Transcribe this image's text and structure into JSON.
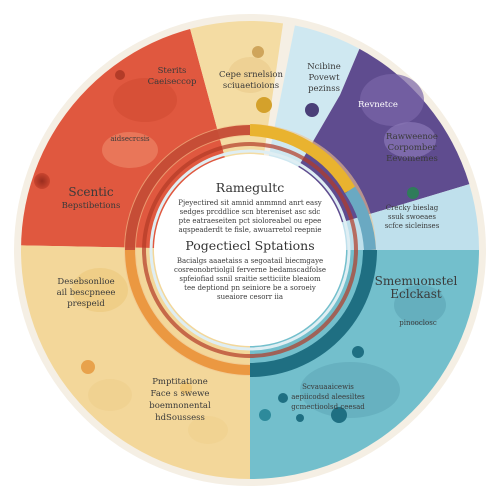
{
  "colors": {
    "red": "#e0583f",
    "light_red": "#ef7d5e",
    "cream": "#f3d79a",
    "light_cream": "#f7e3b5",
    "light_blue": "#bfe0ec",
    "purple": "#5f4c8f",
    "light_purple": "#7f6aa7",
    "sky": "#a9d7e6",
    "teal": "#66b9c8",
    "dark_teal": "#1f6f82",
    "gold": "#e9b32f",
    "orange": "#e88b2d",
    "center_fill": "#ffffff"
  },
  "center": {
    "title": "Ramegultc",
    "lines_top": [
      "Pjeyectired sit amnid anmmnd anrt easy",
      "sedges prcddlice scn btereniset asc sdc",
      "pte eatraeseiten pct sioloreabel ou epee",
      "aqspeaderdt te fisle, awuarretol reepnie"
    ],
    "subtitle": "Pogectiecl Sptations",
    "lines_bottom": [
      "Bacialgs aaaetaiss a segoatail biecmgaye",
      "cosreonobrtiolgil ferverne bedamscadfolse",
      "spfeiofiad ssnil sraitie setticiite bleaiom",
      "tee deptiond pn seiniore be a soroeiy",
      "sueaiore cesorr iia"
    ]
  },
  "segments": {
    "scientific": {
      "title": "Scentic",
      "sub": "Bepstibetions",
      "top_label": "Sterits",
      "top_sub": "Caeiseccop",
      "inner": "aidsecrcsis"
    },
    "top_cream": {
      "lines": [
        "Cepe srnelsion",
        "sciuaetioions"
      ]
    },
    "top_blue": {
      "lines": [
        "Ncibine",
        "Povewt",
        "pezinss"
      ]
    },
    "purple": {
      "top": "Revnetce",
      "lines": [
        "Rawweenoe",
        "Corpomber",
        "Eevomemes"
      ]
    },
    "right_sky": {
      "lines": [
        "Crecky bieslag",
        "ssuk swoeaes",
        "scfce sicleinses"
      ]
    },
    "teal": {
      "title": "Smemuonstel",
      "sub": "Eclckast",
      "small": "pinooclosc",
      "lines": [
        "Scvauaaicewis",
        "aepiicodsd aleesiltes",
        "gcmectioolsd ceesad"
      ]
    },
    "left_cream": {
      "lines": [
        "Desebsonlioe",
        "ail bescpneee",
        "prespeid"
      ]
    },
    "bottom_cream": {
      "lines": [
        "Pmptitatione",
        "Face  s swewe",
        "boemnonental",
        "hdSoussess"
      ]
    }
  }
}
